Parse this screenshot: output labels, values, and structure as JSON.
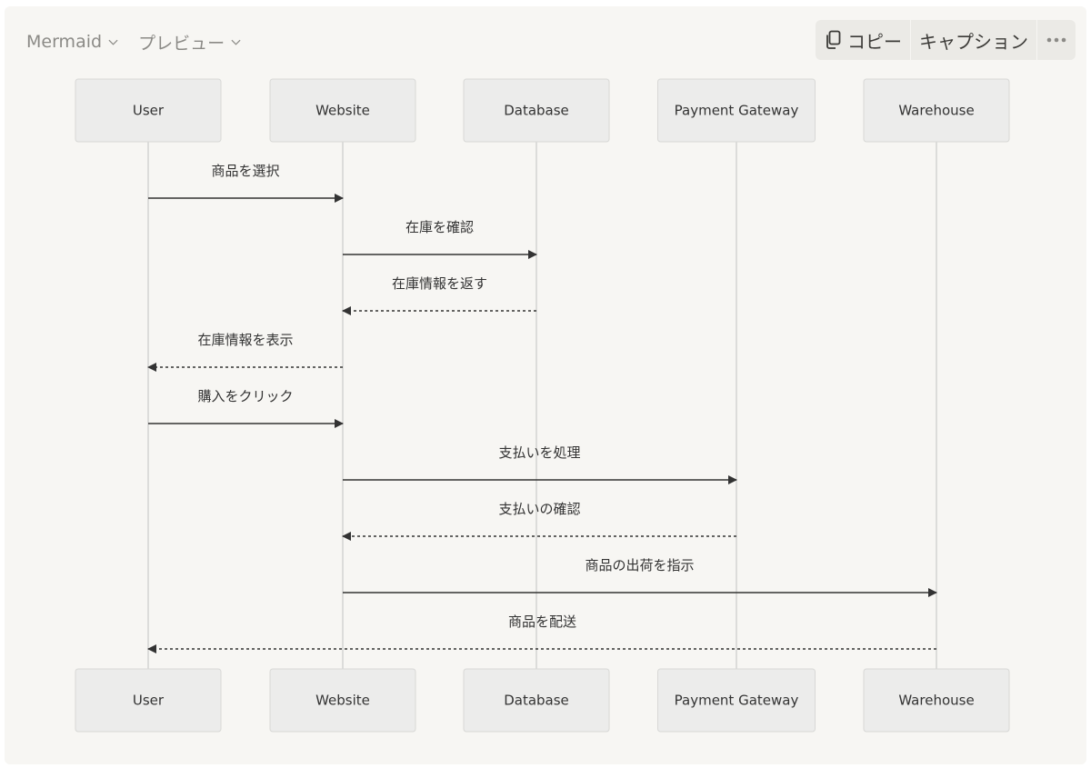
{
  "toolbar": {
    "language_label": "Mermaid",
    "view_label": "プレビュー",
    "copy_label": "コピー",
    "caption_label": "キャプション",
    "more_icon": "more-horizontal-icon"
  },
  "diagram": {
    "type": "sequence",
    "participants": [
      "User",
      "Website",
      "Database",
      "Payment Gateway",
      "Warehouse"
    ],
    "messages": [
      {
        "from": 0,
        "to": 1,
        "text": "商品を選択",
        "style": "solid"
      },
      {
        "from": 1,
        "to": 2,
        "text": "在庫を確認",
        "style": "solid"
      },
      {
        "from": 2,
        "to": 1,
        "text": "在庫情報を返す",
        "style": "dashed"
      },
      {
        "from": 1,
        "to": 0,
        "text": "在庫情報を表示",
        "style": "dashed"
      },
      {
        "from": 0,
        "to": 1,
        "text": "購入をクリック",
        "style": "solid"
      },
      {
        "from": 1,
        "to": 3,
        "text": "支払いを処理",
        "style": "solid"
      },
      {
        "from": 3,
        "to": 1,
        "text": "支払いの確認",
        "style": "dashed"
      },
      {
        "from": 1,
        "to": 4,
        "text": "商品の出荷を指示",
        "style": "solid"
      },
      {
        "from": 4,
        "to": 0,
        "text": "商品を配送",
        "style": "dashed"
      }
    ]
  },
  "colors": {
    "background": "#f7f6f3",
    "actor_fill": "#ececeb",
    "actor_stroke": "#d8d8d6",
    "lifeline": "#d4d4d2",
    "arrow": "#333333",
    "text": "#333333"
  }
}
